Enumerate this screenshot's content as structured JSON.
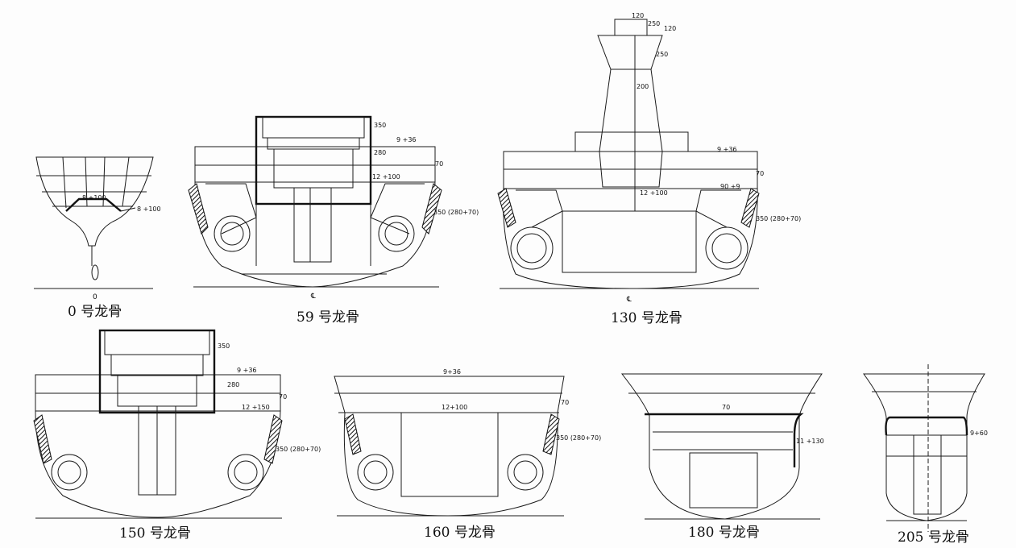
{
  "sections": [
    {
      "id": "s0",
      "caption": "0 号龙骨",
      "labels": [
        "8 +100",
        "8 +100"
      ],
      "symbol": "0"
    },
    {
      "id": "s59",
      "caption": "59 号龙骨",
      "labels": [
        "350",
        "9 +36",
        "280",
        "70",
        "12 +100",
        "350 (280+70)"
      ],
      "symbol": "℄"
    },
    {
      "id": "s130",
      "caption": "130 号龙骨",
      "labels": [
        "120",
        "250",
        "120",
        "250",
        "200",
        "9 +36",
        "70",
        "12 +100",
        "90 +9",
        "350 (280+70)"
      ],
      "symbol": "℄"
    },
    {
      "id": "s150",
      "caption": "150 号龙骨",
      "labels": [
        "350",
        "9 +36",
        "280",
        "70",
        "12 +150",
        "350 (280+70)"
      ]
    },
    {
      "id": "s160",
      "caption": "160 号龙骨",
      "labels": [
        "9+36",
        "12+100",
        "70",
        "350 (280+70)"
      ]
    },
    {
      "id": "s180",
      "caption": "180 号龙骨",
      "labels": [
        "70",
        "11 +130"
      ]
    },
    {
      "id": "s205",
      "caption": "205 号龙骨",
      "labels": [
        "9+60"
      ]
    }
  ]
}
